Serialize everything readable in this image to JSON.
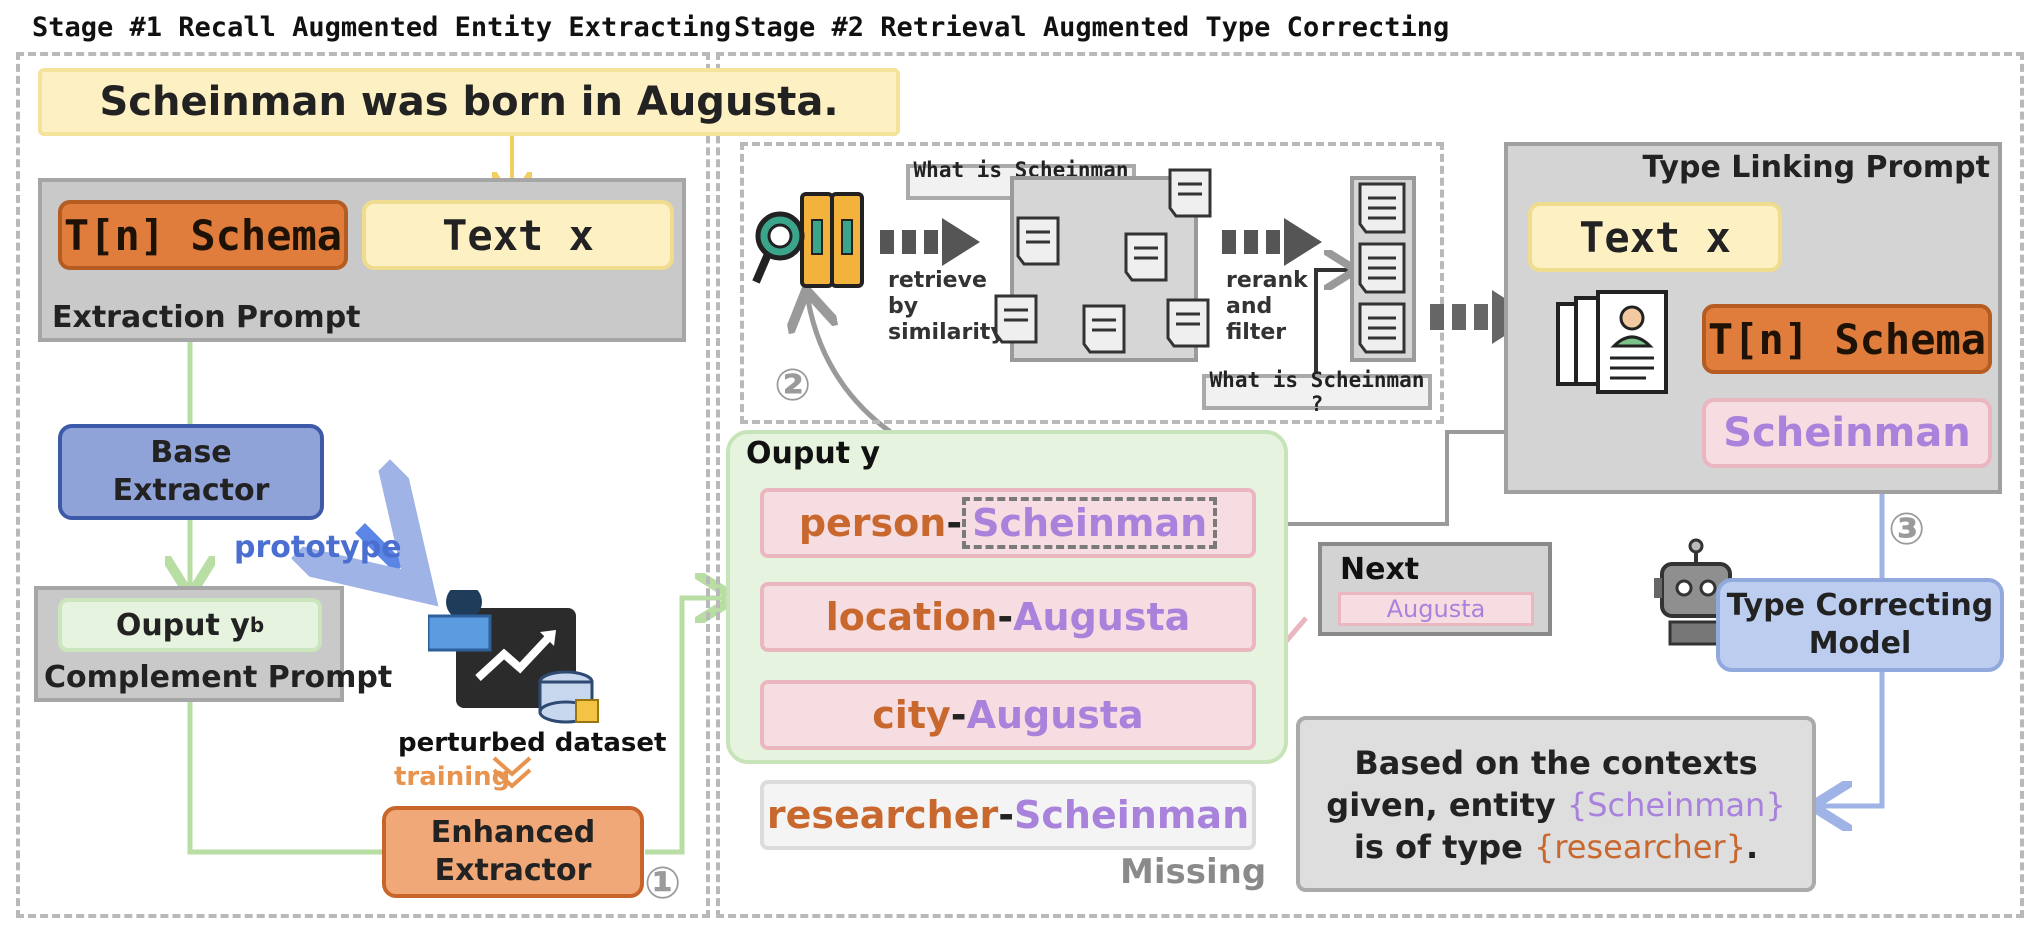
{
  "stage1": {
    "title": "Stage #1 Recall Augmented Entity Extracting"
  },
  "stage2": {
    "title": "Stage #2 Retrieval Augmented Type Correcting"
  },
  "sentence": "Scheinman was born in Augusta.",
  "extraction_prompt": {
    "schema": "T[n] Schema",
    "text": "Text x",
    "label": "Extraction Prompt"
  },
  "base_extractor": {
    "line1": "Base",
    "line2": "Extractor"
  },
  "prototype": "prototype",
  "complement_prompt": {
    "output": "Ouput y",
    "output_sup": "b",
    "label": "Complement Prompt"
  },
  "perturbed": "perturbed dataset",
  "training": "training",
  "enhanced_extractor": {
    "line1": "Enhanced",
    "line2": "Extractor"
  },
  "step_numbers": [
    "①",
    "②",
    "③"
  ],
  "retrieval": {
    "query": "What is Scheinman ?",
    "retrieve_text": [
      "retrieve",
      "by",
      "similarity"
    ],
    "rerank_text": [
      "rerank",
      "and",
      "filter"
    ]
  },
  "output_panel": {
    "title": "Ouput y",
    "entities": [
      {
        "type": "person",
        "sep": "-",
        "name": "Scheinman"
      },
      {
        "type": "location",
        "sep": "-",
        "name": "Augusta"
      },
      {
        "type": "city",
        "sep": "-",
        "name": "Augusta"
      }
    ],
    "missing_entity": {
      "type": "researcher",
      "sep": "-",
      "name": "Scheinman"
    },
    "missing_label": "Missing"
  },
  "next": {
    "label": "Next",
    "value": "Augusta"
  },
  "type_linking": {
    "title": "Type Linking Prompt",
    "text": "Text x",
    "schema": "T[n] Schema",
    "entity": "Scheinman"
  },
  "type_correcting": {
    "line1": "Type Correcting",
    "line2": "Model"
  },
  "result": {
    "line1": "Based on the contexts",
    "line2a": "given, entity ",
    "entity": "{Scheinman}",
    "line3a": "is of type ",
    "type": "{researcher}",
    "line3b": "."
  },
  "colors": {
    "orange": "#e07d3c",
    "purple": "#a982dc",
    "green_line": "#b9dea4",
    "blue_line": "#9fb3e6",
    "grey_line": "#9a9a9a"
  }
}
